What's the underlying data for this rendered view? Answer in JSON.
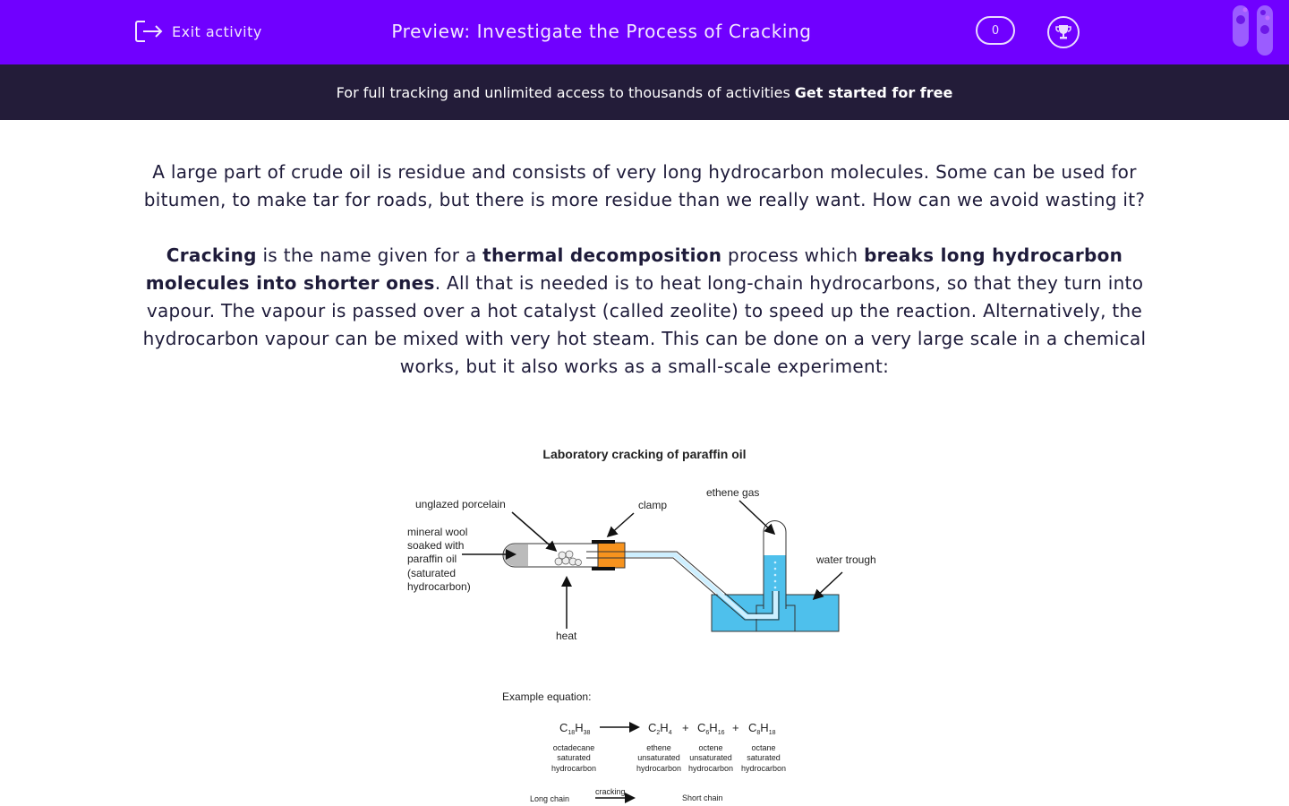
{
  "header": {
    "exit_label": "Exit activity",
    "title": "Preview: Investigate the Process of Cracking",
    "score": "0",
    "icons": [
      "exit-icon",
      "trophy-icon",
      "test-tubes-logo-icon"
    ],
    "brand_color": "#7000ff"
  },
  "banner": {
    "text": "For full tracking and unlimited access to thousands of activities",
    "link": "Get started for free"
  },
  "content": {
    "para1": "A large part of crude oil is residue and consists of very long hydrocarbon molecules. Some can be used for bitumen, to make tar for roads, but there is more residue than we really want. How can we avoid wasting it?",
    "para2": {
      "b1": "Cracking",
      "t1": " is the name given for a ",
      "b2": "thermal decomposition",
      "t2": " process which ",
      "b3": "breaks long hydrocarbon molecules into shorter ones",
      "t3": ". All that is needed is to heat long-chain hydrocarbons, so that they turn into vapour. The vapour is passed over a hot catalyst (called zeolite) to speed up the reaction. Alternatively, the hydrocarbon vapour can be mixed with very hot steam. This can be done on a very large scale in a chemical works, but it also works as a small-scale experiment:"
    }
  },
  "diagram": {
    "title": "Laboratory cracking of paraffin oil",
    "labels": {
      "porcelain": "unglazed porcelain",
      "clamp": "clamp",
      "ethene": "ethene gas",
      "wool": [
        "mineral wool",
        "soaked with",
        "paraffin oil",
        "(saturated",
        "hydrocarbon)"
      ],
      "trough": "water trough",
      "heat": "heat"
    },
    "equation": {
      "heading": "Example equation:",
      "reactant": {
        "c": "C",
        "cs": "18",
        "h": "H",
        "hs": "38",
        "names": [
          "octadecane",
          "saturated",
          "hydrocarbon"
        ]
      },
      "products": [
        {
          "c": "C",
          "cs": "2",
          "h": "H",
          "hs": "4",
          "names": [
            "ethene",
            "unsaturated",
            "hydrocarbon"
          ]
        },
        {
          "c": "C",
          "cs": "6",
          "h": "H",
          "hs": "16",
          "names": [
            "octene",
            "unsaturated",
            "hydrocarbon"
          ]
        },
        {
          "c": "C",
          "cs": "8",
          "h": "H",
          "hs": "18",
          "names": [
            "octane",
            "saturated",
            "hydrocarbon"
          ]
        }
      ],
      "plus": "+",
      "bottom": {
        "left": "Long chain",
        "arrow": "cracking",
        "right": "Short chain"
      }
    },
    "colors": {
      "water": "#4ec0ec",
      "clamp": "#f7931e"
    }
  }
}
